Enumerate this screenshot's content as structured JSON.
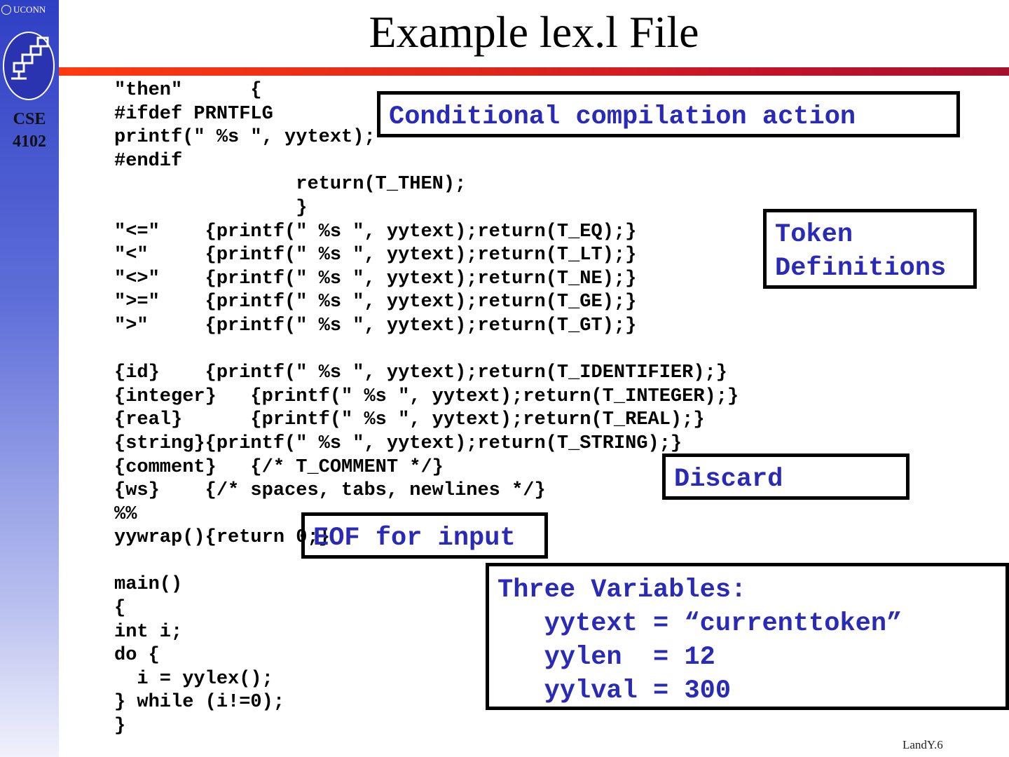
{
  "sidebar": {
    "university": "UCONN",
    "course_lines": [
      "CSE",
      "4102"
    ]
  },
  "title": "Example lex.l File",
  "code_lines": [
    "\"then\"      {",
    "#ifdef PRNTFLG",
    "printf(\" %s \", yytext);",
    "#endif",
    "                return(T_THEN);",
    "                }",
    "\"<=\"    {printf(\" %s \", yytext);return(T_EQ);}",
    "\"<\"     {printf(\" %s \", yytext);return(T_LT);}",
    "\"<>\"    {printf(\" %s \", yytext);return(T_NE);}",
    "\">=\"    {printf(\" %s \", yytext);return(T_GE);}",
    "\">\"     {printf(\" %s \", yytext);return(T_GT);}",
    "",
    "{id}    {printf(\" %s \", yytext);return(T_IDENTIFIER);}",
    "{integer}   {printf(\" %s \", yytext);return(T_INTEGER);}",
    "{real}      {printf(\" %s \", yytext);return(T_REAL);}",
    "{string}{printf(\" %s \", yytext);return(T_STRING);}",
    "{comment}   {/* T_COMMENT */}",
    "{ws}    {/* spaces, tabs, newlines */}",
    "%%",
    "yywrap(){return 0;}",
    "",
    "main()",
    "{",
    "int i;",
    "do {",
    "  i = yylex();",
    "} while (i!=0);",
    "}"
  ],
  "callouts": {
    "conditional": [
      "Conditional compilation action"
    ],
    "token_defs": [
      "Token",
      "Definitions"
    ],
    "discard": [
      "Discard"
    ],
    "eof": [
      "EOF for input"
    ],
    "variables": [
      "Three Variables:",
      "   yytext = “currenttoken”",
      "   yylen  = 12",
      "   yylval = 300"
    ]
  },
  "footer": "LandY.6",
  "colors": {
    "callout_text": "#2a2ab8",
    "title_rule": "#e0261a",
    "sidebar": "#2f3fc4"
  }
}
